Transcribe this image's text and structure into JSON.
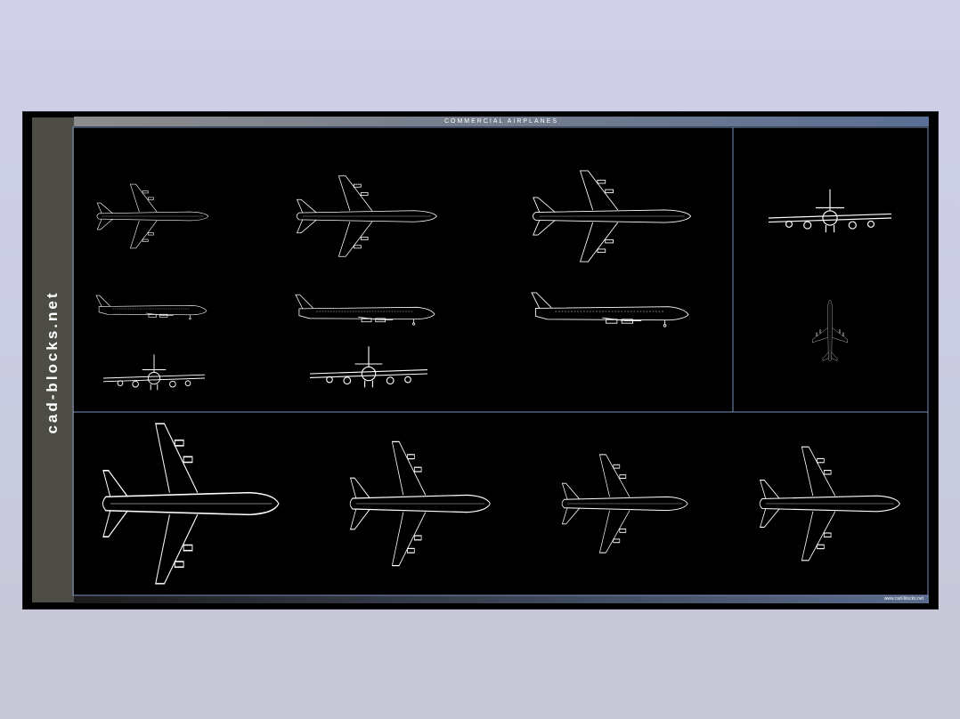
{
  "brand": "cad-blocks.net",
  "title": "COMMERCIAL AIRPLANES",
  "footer": "www.cad-blocks.net",
  "colors": {
    "page_background": "#cdcfe4",
    "sheet_background": "#000000",
    "strip": "#4d4d46",
    "line": "#ffffff",
    "frame": "#7c8fb8"
  }
}
